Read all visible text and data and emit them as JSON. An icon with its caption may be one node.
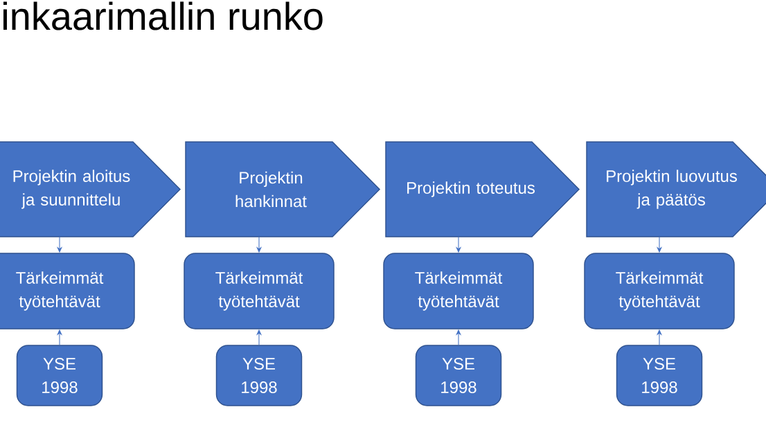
{
  "diagram": {
    "title": "inkaarimallin runko",
    "nodes": [
      {
        "text": [
          "Projektin aloitus ja suunnittelu"
        ]
      },
      {
        "text": [
          "Projektin hankinnat"
        ]
      },
      {
        "text": [
          "Projektin toteutus"
        ]
      },
      {
        "text": [
          "Projektin luovutus ja päätös"
        ]
      },
      {
        "text": [
          "Tärkeimmät työtehtävät"
        ]
      },
      {
        "text": [
          "Tärkeimmät työtehtävät"
        ]
      },
      {
        "text": [
          "Tärkeimmät työtehtävät"
        ]
      },
      {
        "text": [
          "Tärkeimmät työtehtävät"
        ]
      },
      {
        "text": [
          "YSE 1998"
        ]
      },
      {
        "text": [
          "YSE 1998"
        ]
      },
      {
        "text": [
          "YSE 1998"
        ]
      },
      {
        "text": [
          "YSE 1998"
        ]
      }
    ],
    "edges": [
      {
        "from": 0,
        "to": 4,
        "arrow": "to"
      },
      {
        "from": 8,
        "to": 4,
        "arrow": "to"
      },
      {
        "from": 1,
        "to": 5,
        "arrow": "to"
      },
      {
        "from": 9,
        "to": 5,
        "arrow": "to"
      },
      {
        "from": 2,
        "to": 6,
        "arrow": "to"
      },
      {
        "from": 10,
        "to": 6,
        "arrow": "to"
      },
      {
        "from": 3,
        "to": 7,
        "arrow": "to"
      },
      {
        "from": 11,
        "to": 7,
        "arrow": "to"
      }
    ]
  }
}
